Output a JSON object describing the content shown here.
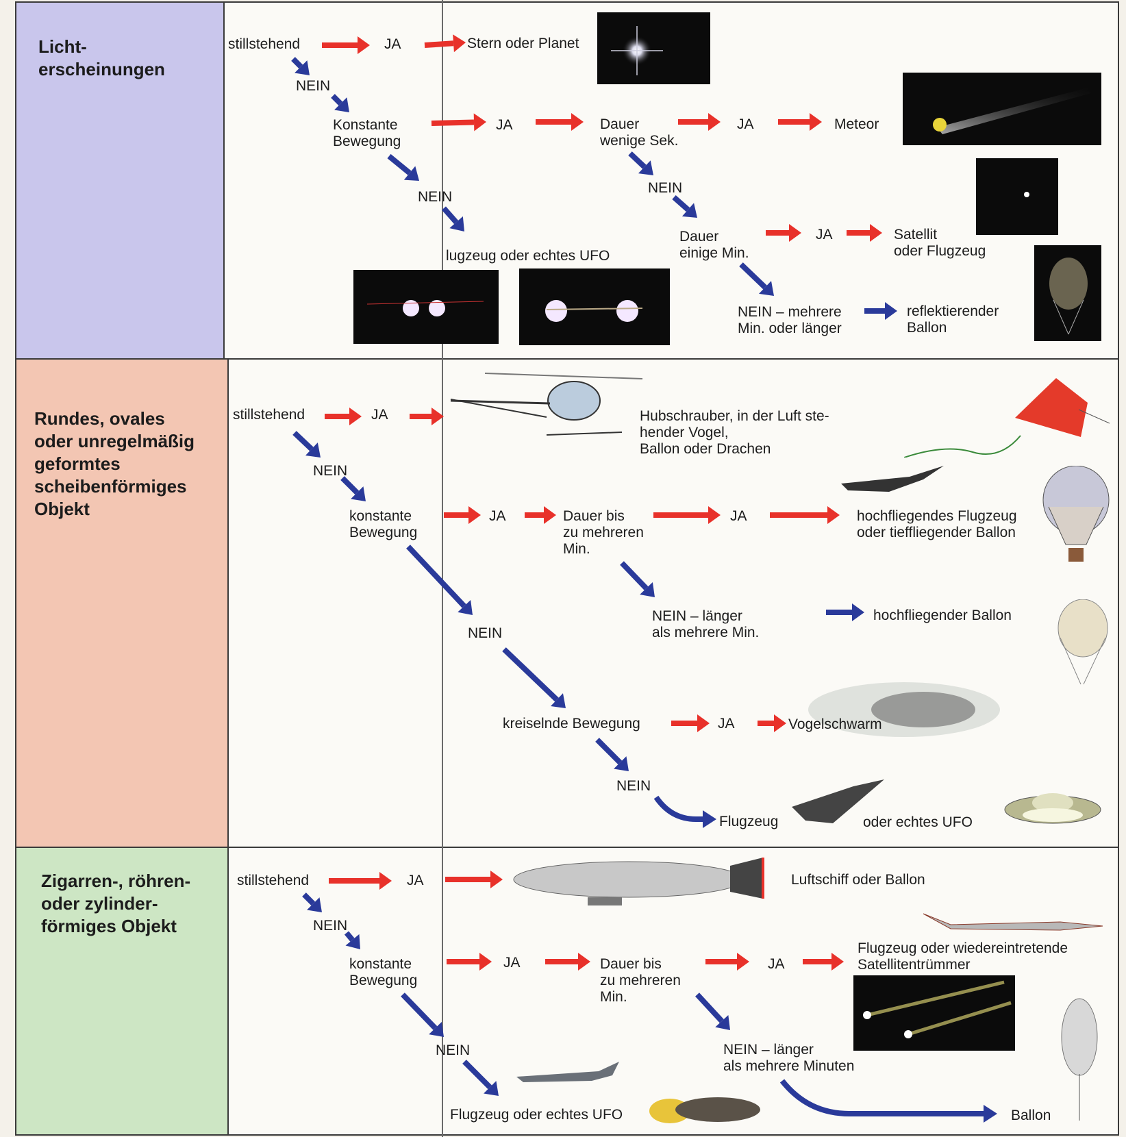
{
  "sections": [
    {
      "category": "Licht-\nerscheinungen",
      "color": "#c9c6ec",
      "labels": {
        "stillstehend": "stillstehend",
        "ja1": "JA",
        "stern": "Stern oder Planet",
        "nein1": "NEIN",
        "konstante": "Konstante\nBewegung",
        "ja2": "JA",
        "dauer1": "Dauer\nwenige Sek.",
        "ja3": "JA",
        "meteor": "Meteor",
        "nein2": "NEIN",
        "nein3": "NEIN",
        "dauer2": "Dauer\neinige Min.",
        "ja4": "JA",
        "satellit": "Satellit\noder Flugzeug",
        "flugzeug_ufo": "lugzeug oder echtes UFO",
        "nein_mehrere": "NEIN – mehrere\nMin. oder länger",
        "ballon": "reflektierender\nBallon"
      }
    },
    {
      "category": "Rundes, ovales\noder unregelmäßig\ngeformtes\nscheibenförmiges\nObjekt",
      "color": "#f3c6b3",
      "labels": {
        "stillstehend": "stillstehend",
        "ja1": "JA",
        "hubschrauber": "Hubschrauber, in der Luft ste-\nhender Vogel,\nBallon oder Drachen",
        "nein1": "NEIN",
        "konstante": "konstante\nBewegung",
        "ja2": "JA",
        "dauer": "Dauer bis\nzu mehreren\nMin.",
        "ja3": "JA",
        "hochfliegendes": "hochfliegendes Flugzeug\noder tieffliegender Ballon",
        "nein_laenger": "NEIN – länger\nals mehrere Min.",
        "hochballon": "hochfliegender Ballon",
        "nein2": "NEIN",
        "kreiselnde": "kreiselnde Bewegung",
        "ja4": "JA",
        "vogelschwarm": "Vogelschwarm",
        "nein3": "NEIN",
        "flugzeug": "Flugzeug",
        "echtes_ufo": "oder echtes UFO"
      }
    },
    {
      "category": "Zigarren-, röhren-\noder zylinder-\nförmiges Objekt",
      "color": "#cde6c4",
      "labels": {
        "stillstehend": "stillstehend",
        "ja1": "JA",
        "luftschiff": "Luftschiff oder Ballon",
        "nein1": "NEIN",
        "konstante": "konstante\nBewegung",
        "ja2": "JA",
        "dauer": "Dauer bis\nzu mehreren\nMin.",
        "ja3": "JA",
        "flugzeug_sat": "Flugzeug oder wiedereintretende\nSatellitentrümmer",
        "nein2": "NEIN",
        "nein_laenger": "NEIN – länger\nals mehrere Minuten",
        "flugzeug_ufo": "Flugzeug oder echtes UFO",
        "ballon": "Ballon"
      }
    }
  ],
  "arrow_colors": {
    "yes": "#e8312a",
    "no": "#2a3a9a"
  },
  "icons": [
    "star-photo",
    "meteor-photo",
    "satellite-photo",
    "ufo-lights-photo",
    "balloon-photo",
    "helicopter-icon",
    "kite-icon",
    "jet-icon",
    "hot-air-balloon-icon",
    "high-balloon-icon",
    "bird-flock-icon",
    "delta-jet-icon",
    "flying-saucer-icon",
    "airship-icon",
    "jet-plane-icon",
    "reentry-photo",
    "airliner-icon",
    "cigar-ufo-icon",
    "weather-balloon-icon"
  ]
}
